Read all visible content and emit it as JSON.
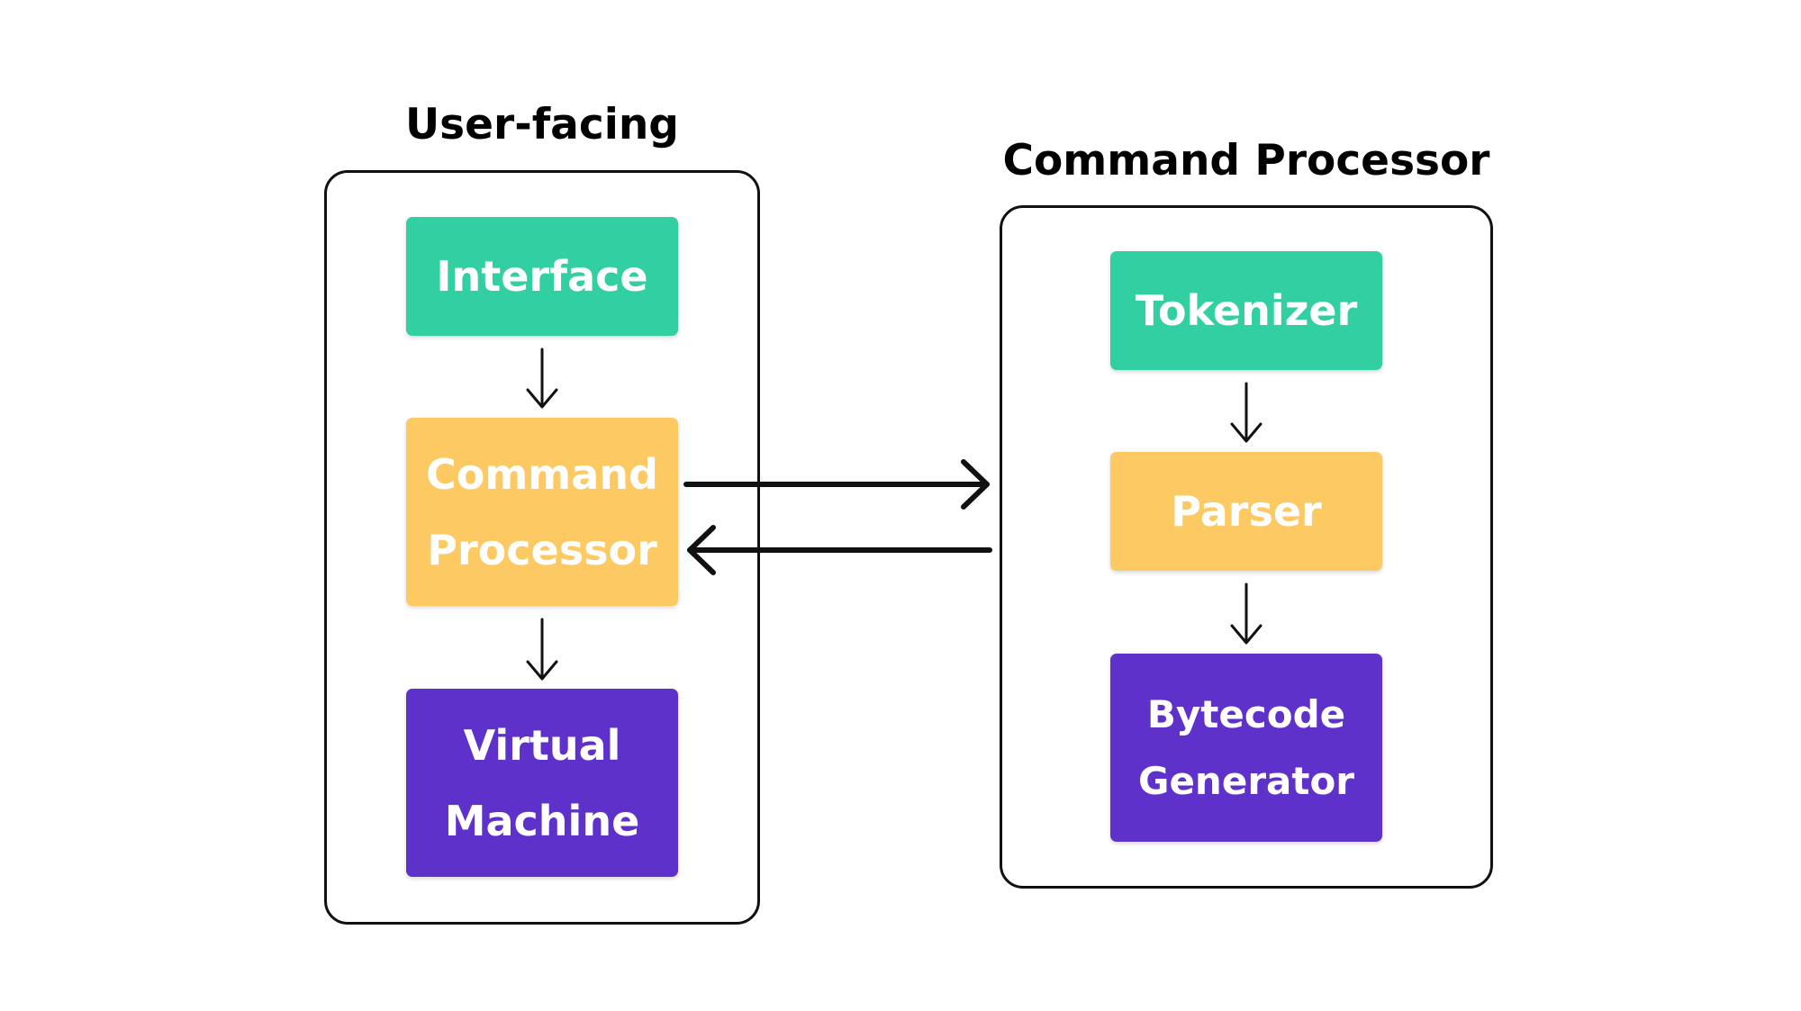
{
  "colors": {
    "green": "#32cfa2",
    "yellow": "#fcc962",
    "purple": "#5f31cb",
    "outline": "#111111",
    "text_on_block": "#ffffff"
  },
  "groups": {
    "user_facing": {
      "title": "User-facing",
      "blocks": {
        "interface": {
          "line1": "Interface"
        },
        "command_processor": {
          "line1": "Command",
          "line2": "Processor"
        },
        "virtual_machine": {
          "line1": "Virtual",
          "line2": "Machine"
        }
      }
    },
    "command_processor": {
      "title": "Command Processor",
      "blocks": {
        "tokenizer": {
          "line1": "Tokenizer"
        },
        "parser": {
          "line1": "Parser"
        },
        "bytecode_generator": {
          "line1": "Bytecode",
          "line2": "Generator"
        }
      }
    }
  }
}
